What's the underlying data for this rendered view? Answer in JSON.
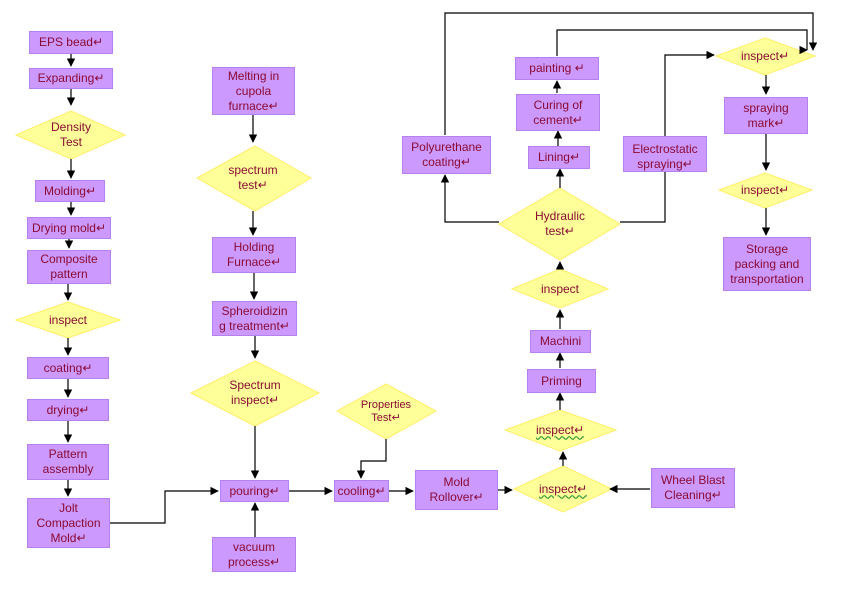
{
  "steps": {
    "eps_bead": "EPS bead↵",
    "expanding": "Expanding↵",
    "density_test": "Density\nTest",
    "molding": "Molding↵",
    "drying_mold": "Drying mold↵",
    "composite_pattern": "Composite\npattern",
    "inspect_left": "inspect",
    "coating": "coating↵",
    "drying": "drying↵",
    "pattern_assembly": "Pattern\nassembly",
    "jolt_compaction": "Jolt\nCompaction\nMold↵",
    "melting": "Melting in\ncupola\nfurnace↵",
    "spectrum_test": "spectrum\ntest↵",
    "holding_furnace": "Holding\nFurnace↵",
    "spheroidizing": "Spheroidizin\ng treatment↵",
    "spectrum_inspect": "Spectrum\ninspect↵",
    "pouring": "pouring↵",
    "vacuum_process": "vacuum\nprocess↵",
    "properties_test": "Properties\nTest↵",
    "cooling": "cooling↵",
    "mold_rollover": "Mold\nRollover↵",
    "inspect_bottom": "inspect↵",
    "inspect_upper": "inspect↵",
    "wheel_blast": "Wheel Blast\nCleaning↵",
    "priming": "Priming",
    "machining": "Machini",
    "inspect_mid": "inspect",
    "hydraulic_test": "Hydraulic\ntest↵",
    "lining": "Lining↵",
    "curing": "Curing of\ncement↵",
    "painting": "painting ↵",
    "polyurethane": "Polyurethane\ncoating↵",
    "electrostatic": "Electrostatic\nspraying↵",
    "inspect_top_right": "inspect↵",
    "spraying_mark": "spraying\nmark↵",
    "inspect_right": "inspect↵",
    "storage": "Storage\npacking and\ntransportation"
  },
  "colors": {
    "box_fill": "#cc99ff",
    "diamond_fill": "#ffff99",
    "text": "#8a0b32",
    "line": "#000000"
  }
}
